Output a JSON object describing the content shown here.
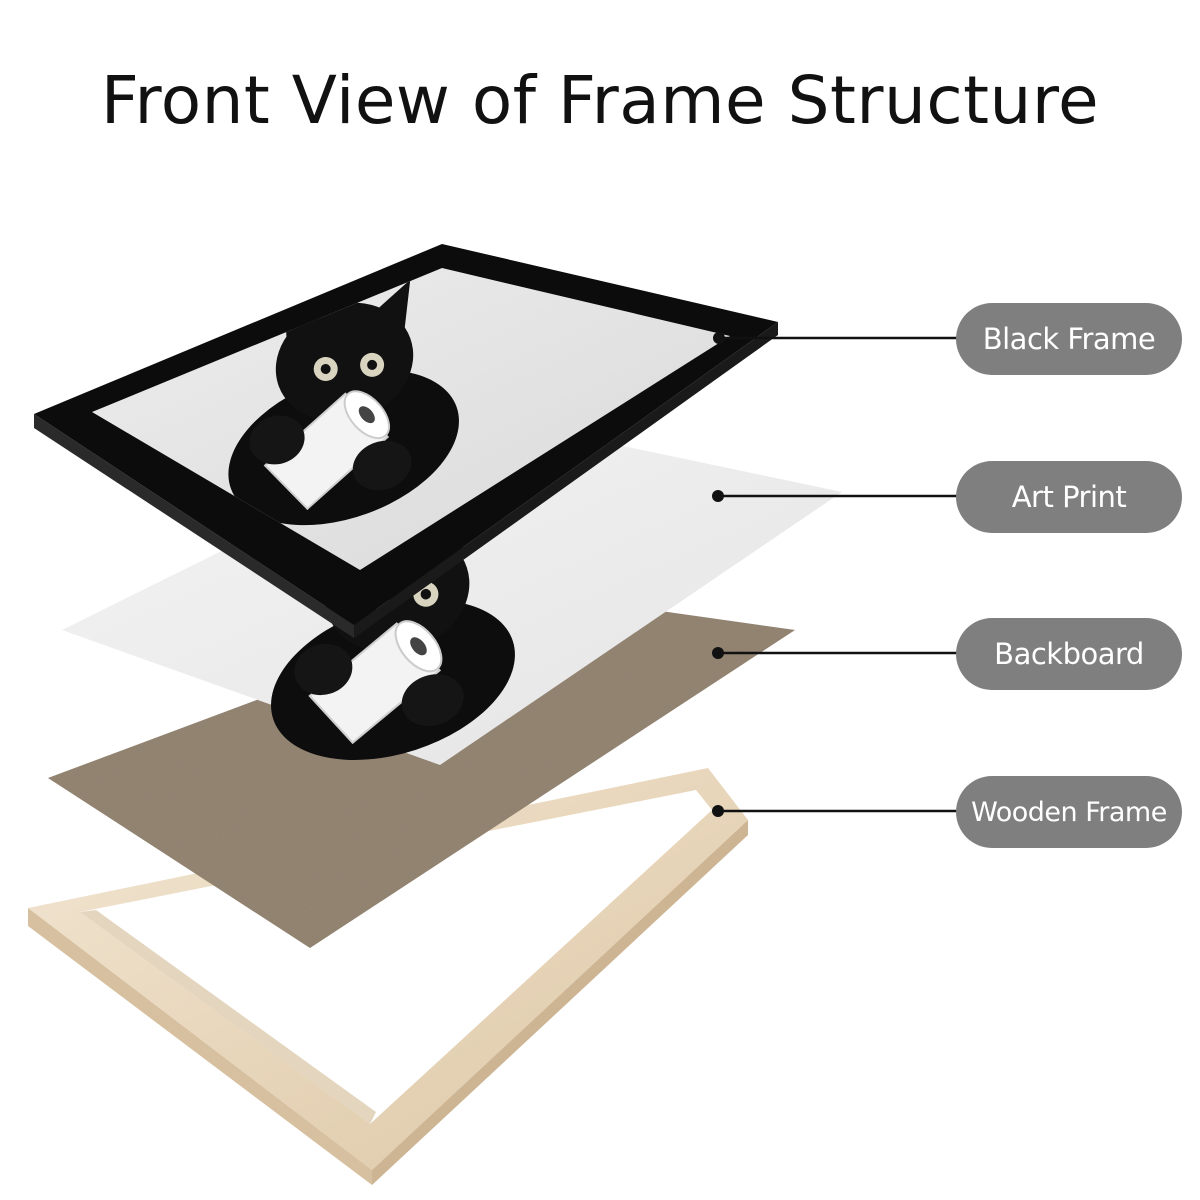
{
  "title": "Front View of Frame Structure",
  "layers": [
    {
      "label": "Black Frame"
    },
    {
      "label": "Art Print"
    },
    {
      "label": "Backboard"
    },
    {
      "label": "Wooden Frame"
    }
  ],
  "colors": {
    "black_frame": "#0c0c0c",
    "art_print_background": "#eeeeee",
    "backboard": "#8f7f6c",
    "wooden_frame": "#e9d9c1",
    "label_pill": "#7f7f7f",
    "leader_line": "#111111"
  },
  "icons": {
    "cat_illustration": "black-cat-holding-paper-towel-roll"
  }
}
